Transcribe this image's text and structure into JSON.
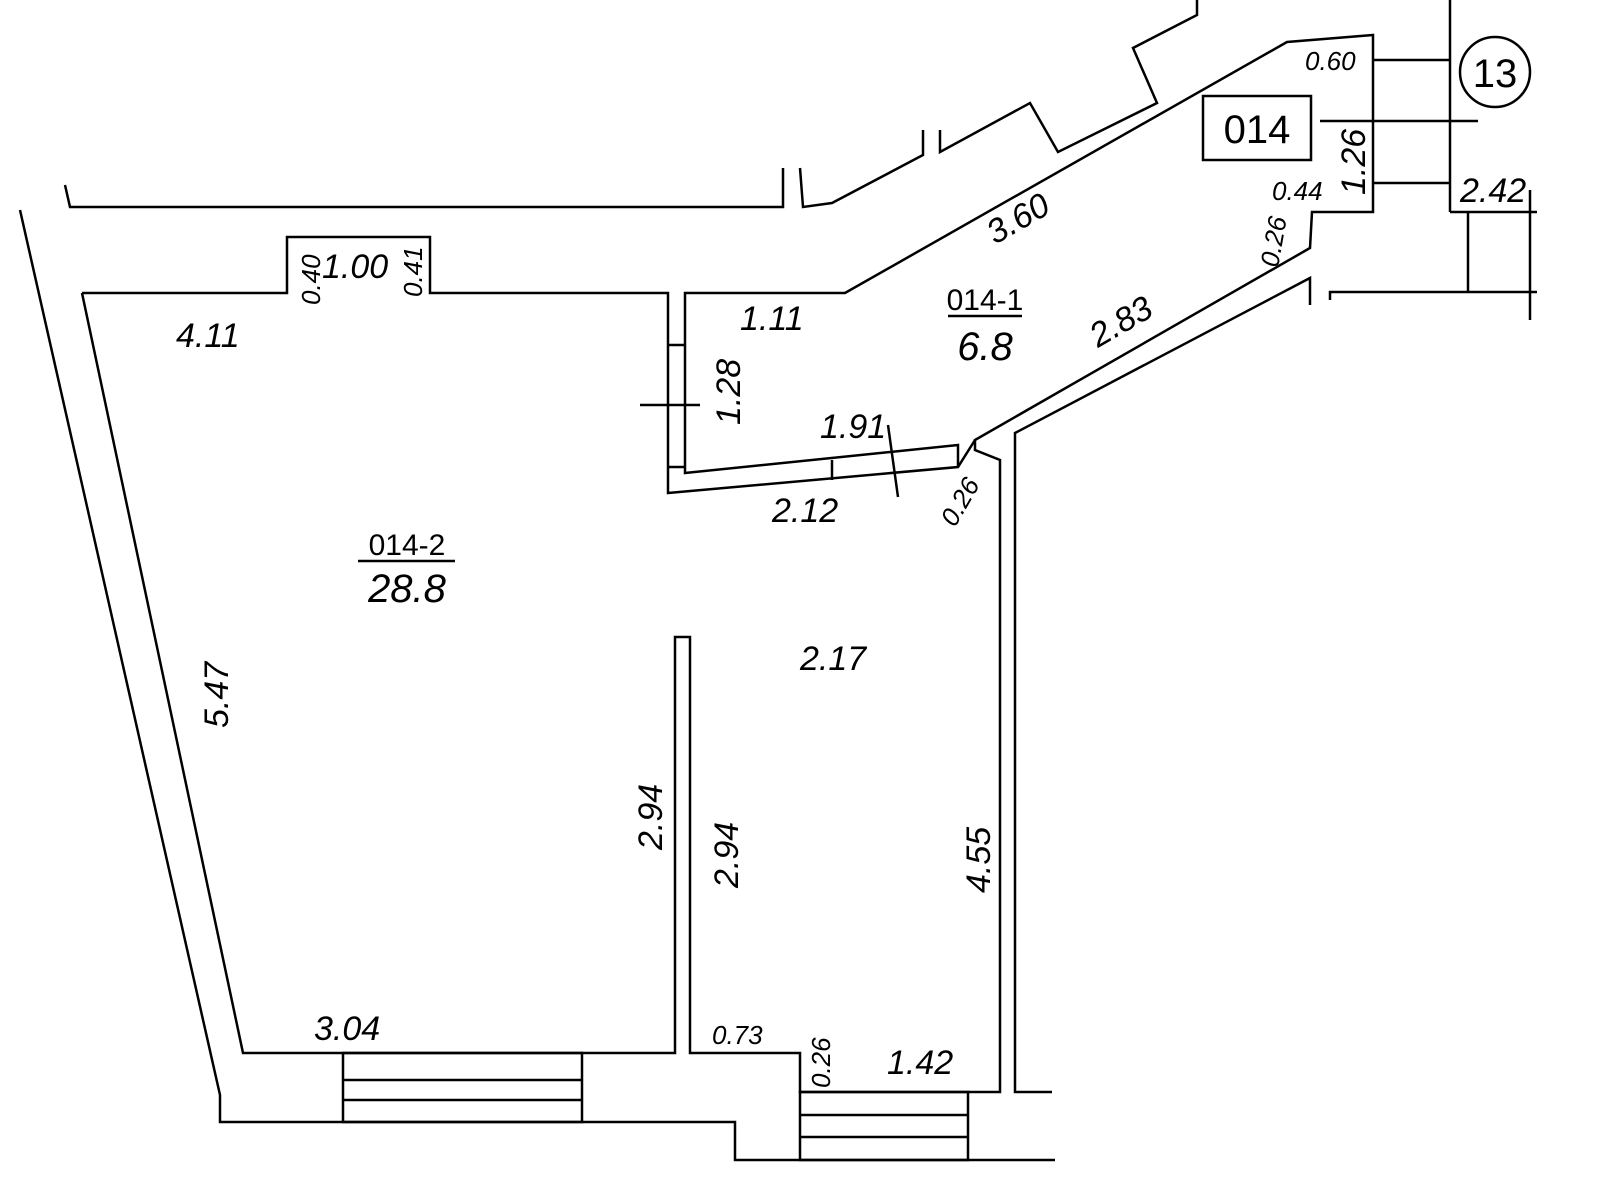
{
  "plan": {
    "unit_label": "014",
    "axis_marker": "13",
    "rooms": [
      {
        "id": "014-1",
        "area": "6.8"
      },
      {
        "id": "014-2",
        "area": "28.8"
      }
    ],
    "dimensions": {
      "d_0_60": "0.60",
      "d_1_26": "1.26",
      "d_0_44": "0.44",
      "d_2_42": "2.42",
      "d_3_60": "3.60",
      "d_0_26_a": "0.26",
      "d_2_83": "2.83",
      "d_1_11": "1.11",
      "d_1_28": "1.28",
      "d_1_91": "1.91",
      "d_2_12": "2.12",
      "d_0_26_b": "0.26",
      "d_0_40": "0.40",
      "d_1_00": "1.00",
      "d_0_41": "0.41",
      "d_4_11": "4.11",
      "d_5_47": "5.47",
      "d_2_17": "2.17",
      "d_2_94_a": "2.94",
      "d_2_94_b": "2.94",
      "d_4_55": "4.55",
      "d_3_04": "3.04",
      "d_0_73": "0.73",
      "d_0_26_c": "0.26",
      "d_1_42": "1.42"
    }
  }
}
